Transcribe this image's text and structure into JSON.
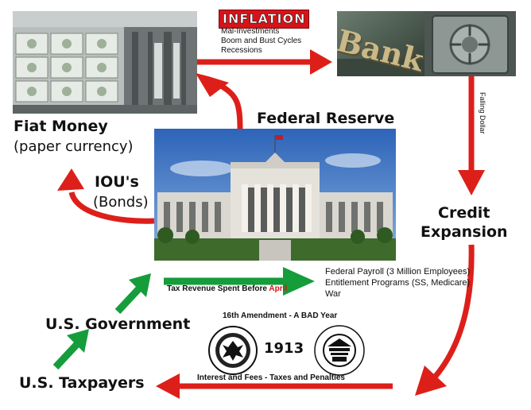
{
  "colors": {
    "red_arrow": "#dd1f1a",
    "green_arrow": "#149d3a",
    "inflation_bg": "#d5141a",
    "april_text": "#d5141a"
  },
  "labels": {
    "inflation": "INFLATION",
    "inflation_effects": [
      "Mal-Investments",
      "Boom and Bust Cycles",
      "Recessions"
    ],
    "bank": "Bank",
    "falling_dollar": "Falling Dollar",
    "federal_reserve": "Federal Reserve",
    "fiat_money": "Fiat Money",
    "paper_currency": "(paper currency)",
    "ious": "IOU's",
    "bonds": "(Bonds)",
    "credit": "Credit",
    "expansion": "Expansion",
    "tax_revenue_prefix": "Tax Revenue Spent Before ",
    "tax_revenue_april": "April",
    "spending_items": [
      "Federal Payroll (3 Million Employees)",
      "Entitlement Programs (SS, Medicare)",
      "War"
    ],
    "us_government": "U.S. Government",
    "amendment": "16th Amendment - A BAD Year",
    "year": "1913",
    "interest_fees": "Interest and Fees - Taxes and Penalties",
    "us_taxpayers": "U.S. Taxpayers"
  },
  "icons": {
    "fed_seal": "federal-reserve-seal-icon",
    "irs_seal": "irs-seal-icon"
  }
}
